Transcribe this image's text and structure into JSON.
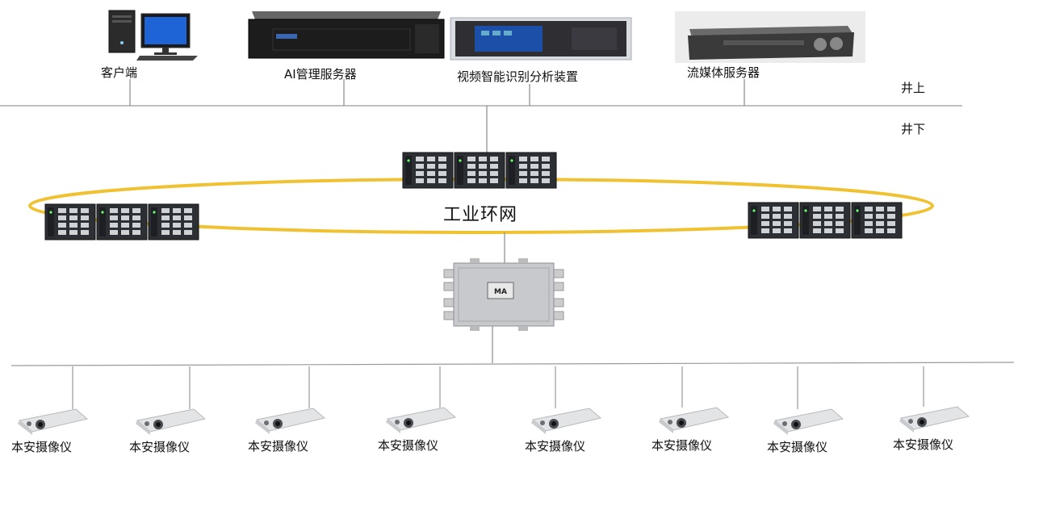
{
  "zones": {
    "above": "井上",
    "below": "井下"
  },
  "ring": {
    "label": "工业环网",
    "color": "#F0C232"
  },
  "surface_devices": [
    {
      "label": "客户端",
      "icon": "desktop-pc-icon"
    },
    {
      "label": "AI管理服务器",
      "icon": "rack-server-icon"
    },
    {
      "label": "视频智能识别分析装置",
      "icon": "analysis-appliance-icon"
    },
    {
      "label": "流媒体服务器",
      "icon": "streaming-server-icon"
    }
  ],
  "ring_switches": [
    {
      "icon": "industrial-switch-icon"
    },
    {
      "icon": "industrial-switch-icon"
    },
    {
      "icon": "industrial-switch-icon"
    }
  ],
  "junction_box": {
    "badge": "MA",
    "icon": "explosion-proof-box-icon"
  },
  "cameras": [
    {
      "label": "本安摄像仪"
    },
    {
      "label": "本安摄像仪"
    },
    {
      "label": "本安摄像仪"
    },
    {
      "label": "本安摄像仪"
    },
    {
      "label": "本安摄像仪"
    },
    {
      "label": "本安摄像仪"
    },
    {
      "label": "本安摄像仪"
    },
    {
      "label": "本安摄像仪"
    }
  ]
}
